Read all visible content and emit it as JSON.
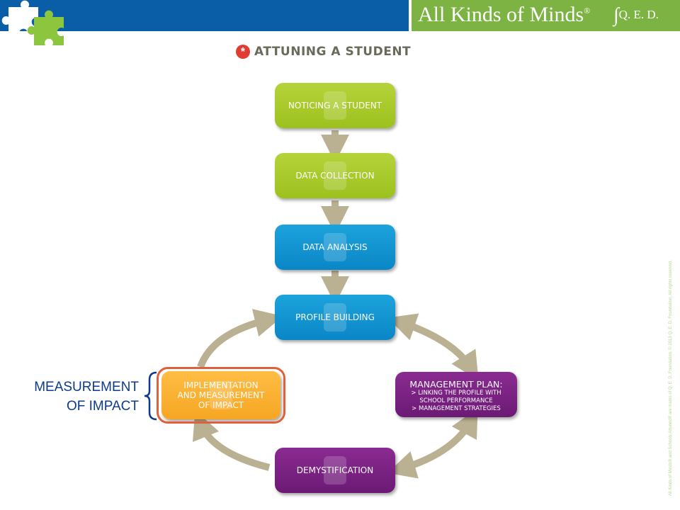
{
  "header": {
    "brand": "All Kinds of Minds",
    "brand_mark": "®",
    "partner": "Q. E. D.",
    "colors": {
      "blue": "#0a5ea8",
      "green": "#7cb342"
    },
    "logo_icon": "puzzle-pieces-icon"
  },
  "title": {
    "icon": "asterisk-icon",
    "text": "ATTUNING A STUDENT"
  },
  "nodes": {
    "noticing": "NOTICING A STUDENT",
    "data_collection": "DATA COLLECTION",
    "data_analysis": "DATA ANALYSIS",
    "profile_building": "PROFILE BUILDING",
    "management_title": "MANAGEMENT PLAN:",
    "management_sub1": "> LINKING THE PROFILE WITH",
    "management_sub2": "SCHOOL PERFORMANCE",
    "management_sub3": "> MANAGEMENT STRATEGIES",
    "implementation": "IMPLEMENTATION\nAND MEASUREMENT\nOF IMPACT",
    "demystification": "DEMYSTIFICATION"
  },
  "colors": {
    "green": "#a8cb2c",
    "blue": "#1595d3",
    "purple": "#7a2283",
    "orange": "#f9b233",
    "arrow": "#bab192",
    "highlight": "#e0603a"
  },
  "callout": {
    "line1": "MEASUREMENT",
    "line2": "OF IMPACT"
  },
  "footer": {
    "copyright": "All Kinds of Minds® and Schools Attuned® are marks of Q. E. D. Foundation. © 2013 Q. E. D. Foundation. All rights reserved."
  }
}
